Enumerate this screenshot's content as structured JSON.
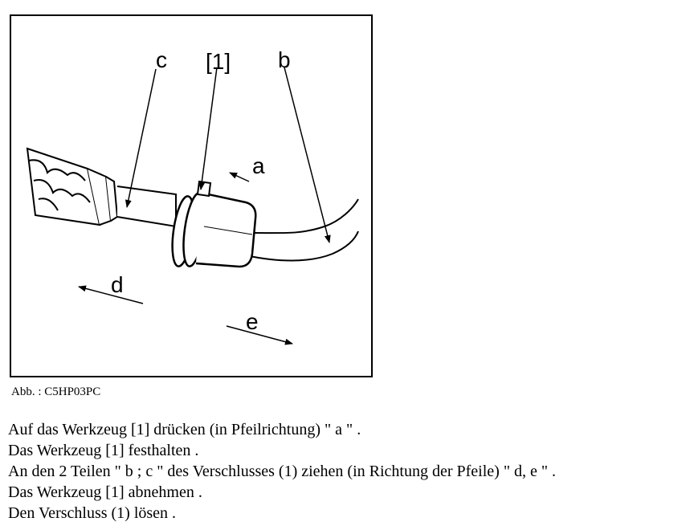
{
  "figure": {
    "labels": {
      "c": "c",
      "tool": "[1]",
      "b": "b",
      "a": "a",
      "d": "d",
      "e": "e"
    }
  },
  "caption": "Abb. : C5HP03PC",
  "instructions": [
    "Auf das Werkzeug [1] drücken (in Pfeilrichtung) \" a \" .",
    "Das Werkzeug [1] festhalten .",
    "An den 2 Teilen \" b ; c \" des Verschlusses (1) ziehen (in Richtung der Pfeile) \" d, e \" .",
    "Das Werkzeug [1] abnehmen .",
    "Den Verschluss (1) lösen ."
  ]
}
